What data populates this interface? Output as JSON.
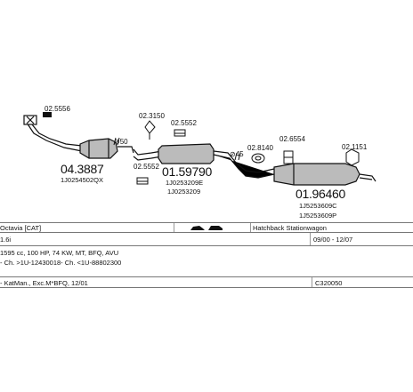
{
  "diagram": {
    "parts": {
      "p1": {
        "code": "02.5556"
      },
      "p2": {
        "code": "04.3887",
        "sub": "1J0254502QX"
      },
      "p3": {
        "code": "02.3150"
      },
      "p4": {
        "code": "02.5552"
      },
      "p5": {
        "code": "02.5552"
      },
      "p6": {
        "code": "01.59790",
        "sub1": "1J0253209E",
        "sub2": "1J0253209"
      },
      "p7": {
        "code": "02.8140"
      },
      "p8": {
        "code": "02.6554"
      },
      "p9": {
        "code": "02.1151"
      },
      "p10": {
        "code": "01.96460",
        "sub1": "1J5253609C",
        "sub2": "1J5253609P"
      },
      "d1": {
        "label": "50"
      },
      "d2": {
        "label": "45"
      }
    }
  },
  "table": {
    "row1": {
      "model": "Octavia   [CAT]",
      "body": "Hatchback Stationwagon"
    },
    "row2": {
      "engine": "1.6i",
      "years": "09/00 - 12/07"
    },
    "row3": {
      "specs": "1595 cc, 100 HP, 74 KW, MT, BFQ, AVU"
    },
    "row4": {
      "refs": "- Ch. >1U-12430018- Ch. <1U-88802300"
    },
    "row5": {
      "note": "- KatMan., Exc.M*BFQ, 12/01",
      "code": "C320050"
    }
  },
  "colors": {
    "ink": "#111111",
    "line": "#777777"
  }
}
